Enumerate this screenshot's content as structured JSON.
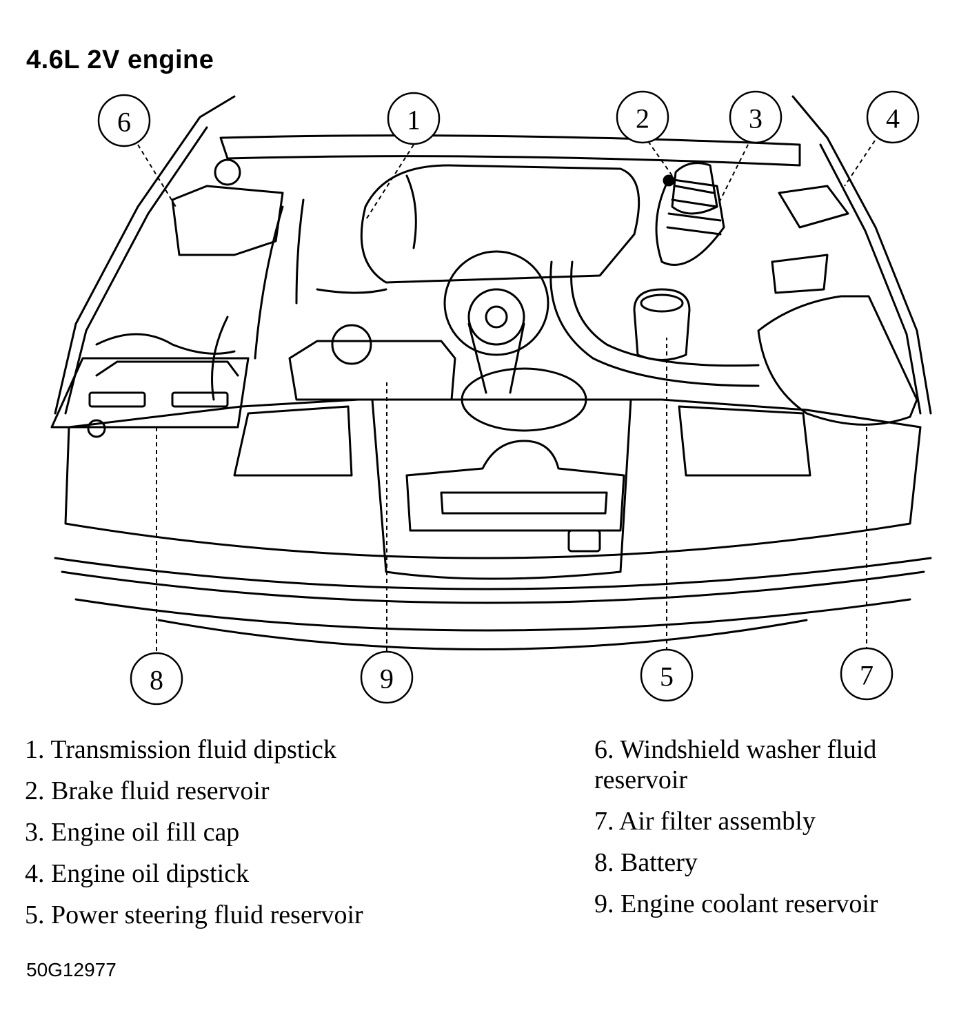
{
  "title": "4.6L 2V engine",
  "callouts": [
    "1",
    "2",
    "3",
    "4",
    "5",
    "6",
    "7",
    "8",
    "9"
  ],
  "legend": [
    {
      "num": "1.",
      "text": "Transmission fluid dipstick"
    },
    {
      "num": "2.",
      "text": "Brake fluid reservoir"
    },
    {
      "num": "3.",
      "text": "Engine oil fill cap"
    },
    {
      "num": "4.",
      "text": "Engine oil dipstick"
    },
    {
      "num": "5.",
      "text": "Power steering fluid reservoir"
    },
    {
      "num": "6.",
      "text": "Windshield washer fluid reservoir"
    },
    {
      "num": "7.",
      "text": "Air filter assembly"
    },
    {
      "num": "8.",
      "text": "Battery"
    },
    {
      "num": "9.",
      "text": "Engine coolant reservoir"
    }
  ],
  "figure_code": "50G12977"
}
